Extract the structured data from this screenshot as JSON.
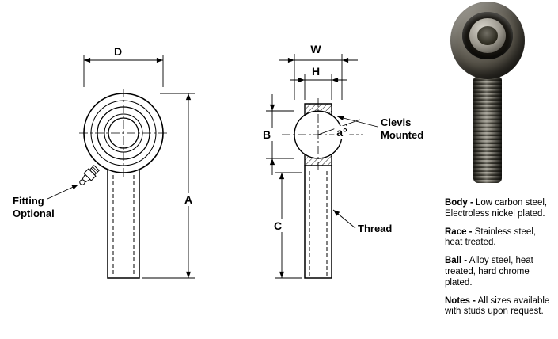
{
  "front_view": {
    "dim_d": "D",
    "dim_a": "A",
    "fitting_note": "Fitting\nOptional"
  },
  "side_view": {
    "dim_w": "W",
    "dim_h": "H",
    "dim_b": "B",
    "dim_c": "C",
    "angle_label": "a°",
    "clevis_note": "Clevis\nMounted",
    "thread_note": "Thread"
  },
  "specs": [
    {
      "label": "Body -",
      "text": "Low carbon steel, Electroless nickel plated."
    },
    {
      "label": "Race -",
      "text": "Stainless steel, heat treated."
    },
    {
      "label": "Ball -",
      "text": "Alloy steel, heat treated, hard chrome plated."
    },
    {
      "label": "Notes -",
      "text": "All sizes available with studs upon request."
    }
  ]
}
